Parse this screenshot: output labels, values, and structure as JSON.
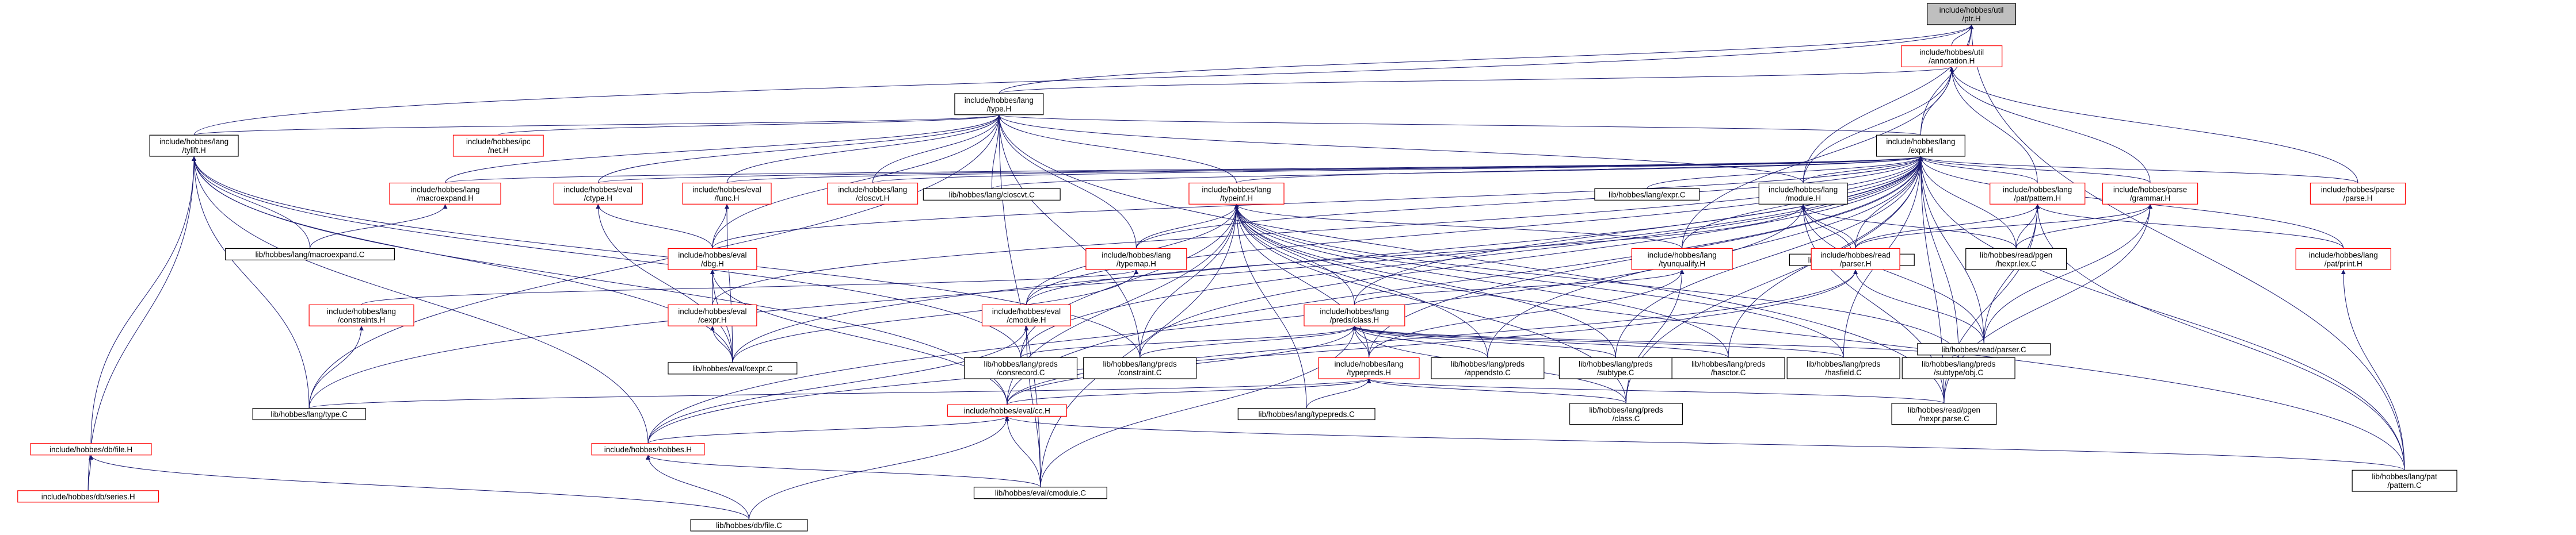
{
  "colors": {
    "edge": "#191970",
    "redBorder": "#ff0000",
    "blackBorder": "#000000",
    "rootFill": "#bfbfbf",
    "text": "#000000"
  },
  "nodes": [
    {
      "id": "n_pc",
      "label": [
        "include/hobbes/util",
        "/ptr.H"
      ],
      "style": "root"
    },
    {
      "id": "n_ann",
      "label": [
        "include/hobbes/util",
        "/annotation.H"
      ],
      "style": "red"
    },
    {
      "id": "n_type",
      "label": [
        "include/hobbes/lang",
        "/type.H"
      ],
      "style": "black"
    },
    {
      "id": "n_expr",
      "label": [
        "include/hobbes/lang",
        "/expr.H"
      ],
      "style": "black"
    },
    {
      "id": "n_tylift",
      "label": [
        "include/hobbes/lang",
        "/tylift.H"
      ],
      "style": "black"
    },
    {
      "id": "n_ipc",
      "label": [
        "include/hobbes/ipc",
        "/net.H"
      ],
      "style": "red"
    },
    {
      "id": "n_macro",
      "label": [
        "include/hobbes/lang",
        "/macroexpand.H"
      ],
      "style": "red"
    },
    {
      "id": "n_ctype",
      "label": [
        "include/hobbes/eval",
        "/ctype.H"
      ],
      "style": "red"
    },
    {
      "id": "n_func",
      "label": [
        "include/hobbes/eval",
        "/func.H"
      ],
      "style": "red"
    },
    {
      "id": "n_closcvt",
      "label": [
        "include/hobbes/lang",
        "/closcvt.H"
      ],
      "style": "red"
    },
    {
      "id": "n_closcvtC",
      "label": [
        "lib/hobbes/lang/closcvt.C"
      ],
      "style": "black"
    },
    {
      "id": "n_typeinf",
      "label": [
        "include/hobbes/lang",
        "/typeinf.H"
      ],
      "style": "red"
    },
    {
      "id": "n_exprC",
      "label": [
        "lib/hobbes/lang/expr.C"
      ],
      "style": "black"
    },
    {
      "id": "n_module",
      "label": [
        "include/hobbes/lang",
        "/module.H"
      ],
      "style": "black"
    },
    {
      "id": "n_pattern",
      "label": [
        "include/hobbes/lang",
        "/pat/pattern.H"
      ],
      "style": "red"
    },
    {
      "id": "n_grammar",
      "label": [
        "include/hobbes/parse",
        "/grammar.H"
      ],
      "style": "red"
    },
    {
      "id": "n_parse",
      "label": [
        "include/hobbes/parse",
        "/parse.H"
      ],
      "style": "red"
    },
    {
      "id": "n_macroC",
      "label": [
        "lib/hobbes/lang/macroexpand.C"
      ],
      "style": "black"
    },
    {
      "id": "n_dbg",
      "label": [
        "include/hobbes/eval",
        "/dbg.H"
      ],
      "style": "red"
    },
    {
      "id": "n_typemap",
      "label": [
        "include/hobbes/lang",
        "/typemap.H"
      ],
      "style": "red"
    },
    {
      "id": "n_tyunq",
      "label": [
        "include/hobbes/lang",
        "/tyunqualify.H"
      ],
      "style": "red"
    },
    {
      "id": "n_moduleC",
      "label": [
        "lib/hobbes/lang/module.C"
      ],
      "style": "black"
    },
    {
      "id": "n_lexC",
      "label": [
        "lib/hobbes/read/pgen",
        "/hexpr.lex.C"
      ],
      "style": "black"
    },
    {
      "id": "n_readparse",
      "label": [
        "include/hobbes/read",
        "/parser.H"
      ],
      "style": "red"
    },
    {
      "id": "n_print",
      "label": [
        "include/hobbes/lang",
        "/pat/print.H"
      ],
      "style": "red"
    },
    {
      "id": "n_constraints",
      "label": [
        "include/hobbes/lang",
        "/constraints.H"
      ],
      "style": "red"
    },
    {
      "id": "n_cexpr",
      "label": [
        "include/hobbes/eval",
        "/cexpr.H"
      ],
      "style": "red"
    },
    {
      "id": "n_cmodule",
      "label": [
        "include/hobbes/eval",
        "/cmodule.H"
      ],
      "style": "red"
    },
    {
      "id": "n_classH",
      "label": [
        "include/hobbes/lang",
        "/preds/class.H"
      ],
      "style": "red"
    },
    {
      "id": "n_parserC",
      "label": [
        "lib/hobbes/read/parser.C"
      ],
      "style": "black"
    },
    {
      "id": "n_cexprC",
      "label": [
        "lib/hobbes/eval/cexpr.C"
      ],
      "style": "black"
    },
    {
      "id": "n_consrecord",
      "label": [
        "lib/hobbes/lang/preds",
        "/consrecord.C"
      ],
      "style": "black"
    },
    {
      "id": "n_constraintC",
      "label": [
        "lib/hobbes/lang/preds",
        "/constraint.C"
      ],
      "style": "black"
    },
    {
      "id": "n_typepreds",
      "label": [
        "include/hobbes/lang",
        "/typepreds.H"
      ],
      "style": "red"
    },
    {
      "id": "n_appendsC",
      "label": [
        "lib/hobbes/lang/preds",
        "/appendsto.C"
      ],
      "style": "black"
    },
    {
      "id": "n_subtypeC",
      "label": [
        "lib/hobbes/lang/preds",
        "/subtype.C"
      ],
      "style": "black"
    },
    {
      "id": "n_hasctorC",
      "label": [
        "lib/hobbes/lang/preds",
        "/hasctor.C"
      ],
      "style": "black"
    },
    {
      "id": "n_hasfieldC",
      "label": [
        "lib/hobbes/lang/preds",
        "/hasfield.C"
      ],
      "style": "black"
    },
    {
      "id": "n_subtypeobjC",
      "label": [
        "lib/hobbes/lang/preds",
        "/subtype/obj.C"
      ],
      "style": "black"
    },
    {
      "id": "n_typeC",
      "label": [
        "lib/hobbes/lang/type.C"
      ],
      "style": "black"
    },
    {
      "id": "n_typepredsC",
      "label": [
        "lib/hobbes/lang/typepreds.C"
      ],
      "style": "black"
    },
    {
      "id": "n_ccH",
      "label": [
        "include/hobbes/eval/cc.H"
      ],
      "style": "red"
    },
    {
      "id": "n_classC",
      "label": [
        "lib/hobbes/lang/preds",
        "/class.C"
      ],
      "style": "black"
    },
    {
      "id": "n_hexprparseC",
      "label": [
        "lib/hobbes/read/pgen",
        "/hexpr.parse.C"
      ],
      "style": "black"
    },
    {
      "id": "n_fileH",
      "label": [
        "include/hobbes/db/file.H"
      ],
      "style": "red"
    },
    {
      "id": "n_hobbesH",
      "label": [
        "include/hobbes/hobbes.H"
      ],
      "style": "red"
    },
    {
      "id": "n_cmoduleC",
      "label": [
        "lib/hobbes/eval/cmodule.C"
      ],
      "style": "black"
    },
    {
      "id": "n_patternC",
      "label": [
        "lib/hobbes/lang/pat",
        "/pattern.C"
      ],
      "style": "black"
    },
    {
      "id": "n_seriesH",
      "label": [
        "include/hobbes/db/series.H"
      ],
      "style": "red"
    },
    {
      "id": "n_fileC",
      "label": [
        "lib/hobbes/db/file.C"
      ],
      "style": "black"
    }
  ],
  "edges": [
    [
      "n_ann",
      "n_pc"
    ],
    [
      "n_type",
      "n_pc"
    ],
    [
      "n_tylift",
      "n_pc"
    ],
    [
      "n_expr",
      "n_pc"
    ],
    [
      "n_module",
      "n_pc"
    ],
    [
      "n_patternC",
      "n_pc"
    ],
    [
      "n_type",
      "n_ann"
    ],
    [
      "n_expr",
      "n_ann"
    ],
    [
      "n_module",
      "n_ann"
    ],
    [
      "n_pattern",
      "n_ann"
    ],
    [
      "n_grammar",
      "n_ann"
    ],
    [
      "n_parse",
      "n_ann"
    ],
    [
      "n_tyunq",
      "n_ann"
    ],
    [
      "n_tylift",
      "n_type"
    ],
    [
      "n_ipc",
      "n_type"
    ],
    [
      "n_macro",
      "n_type"
    ],
    [
      "n_ctype",
      "n_type"
    ],
    [
      "n_func",
      "n_type"
    ],
    [
      "n_closcvt",
      "n_type"
    ],
    [
      "n_closcvtC",
      "n_type"
    ],
    [
      "n_typeinf",
      "n_type"
    ],
    [
      "n_expr",
      "n_type"
    ],
    [
      "n_dbg",
      "n_type"
    ],
    [
      "n_typeC",
      "n_type"
    ],
    [
      "n_cmoduleC",
      "n_type"
    ],
    [
      "n_typemap",
      "n_type"
    ],
    [
      "n_hexprparseC",
      "n_type"
    ],
    [
      "n_module",
      "n_type"
    ],
    [
      "n_constraintC",
      "n_type"
    ],
    [
      "n_macro",
      "n_expr"
    ],
    [
      "n_ctype",
      "n_expr"
    ],
    [
      "n_func",
      "n_expr"
    ],
    [
      "n_closcvt",
      "n_expr"
    ],
    [
      "n_closcvtC",
      "n_expr"
    ],
    [
      "n_typeinf",
      "n_expr"
    ],
    [
      "n_exprC",
      "n_expr"
    ],
    [
      "n_module",
      "n_expr"
    ],
    [
      "n_pattern",
      "n_expr"
    ],
    [
      "n_grammar",
      "n_expr"
    ],
    [
      "n_parse",
      "n_expr"
    ],
    [
      "n_dbg",
      "n_expr"
    ],
    [
      "n_typemap",
      "n_expr"
    ],
    [
      "n_tyunq",
      "n_expr"
    ],
    [
      "n_lexC",
      "n_expr"
    ],
    [
      "n_cexpr",
      "n_expr"
    ],
    [
      "n_cmodule",
      "n_expr"
    ],
    [
      "n_classH",
      "n_expr"
    ],
    [
      "n_parserC",
      "n_expr"
    ],
    [
      "n_cexprC",
      "n_expr"
    ],
    [
      "n_consrecord",
      "n_expr"
    ],
    [
      "n_constraintC",
      "n_expr"
    ],
    [
      "n_typepreds",
      "n_expr"
    ],
    [
      "n_appendsC",
      "n_expr"
    ],
    [
      "n_subtypeC",
      "n_expr"
    ],
    [
      "n_hasctorC",
      "n_expr"
    ],
    [
      "n_hasfieldC",
      "n_expr"
    ],
    [
      "n_subtypeobjC",
      "n_expr"
    ],
    [
      "n_typeC",
      "n_expr"
    ],
    [
      "n_classC",
      "n_expr"
    ],
    [
      "n_ccH",
      "n_expr"
    ],
    [
      "n_print",
      "n_expr"
    ],
    [
      "n_hexprparseC",
      "n_expr"
    ],
    [
      "n_patternC",
      "n_expr"
    ],
    [
      "n_readparse",
      "n_expr"
    ],
    [
      "n_macroC",
      "n_tylift"
    ],
    [
      "n_ccH",
      "n_tylift"
    ],
    [
      "n_typeC",
      "n_tylift"
    ],
    [
      "n_fileH",
      "n_tylift"
    ],
    [
      "n_seriesH",
      "n_tylift"
    ],
    [
      "n_hobbesH",
      "n_tylift"
    ],
    [
      "n_consrecord",
      "n_tylift"
    ],
    [
      "n_cexprC",
      "n_tylift"
    ],
    [
      "n_constraintC",
      "n_tylift"
    ],
    [
      "n_macroC",
      "n_macro"
    ],
    [
      "n_dbg",
      "n_ctype"
    ],
    [
      "n_cexprC",
      "n_ctype"
    ],
    [
      "n_dbg",
      "n_func"
    ],
    [
      "n_cexprC",
      "n_func"
    ],
    [
      "n_typemap",
      "n_typeinf"
    ],
    [
      "n_tyunq",
      "n_typeinf"
    ],
    [
      "n_classH",
      "n_typeinf"
    ],
    [
      "n_typepreds",
      "n_typeinf"
    ],
    [
      "n_consrecord",
      "n_typeinf"
    ],
    [
      "n_constraintC",
      "n_typeinf"
    ],
    [
      "n_cmodule",
      "n_typeinf"
    ],
    [
      "n_appendsC",
      "n_typeinf"
    ],
    [
      "n_subtypeC",
      "n_typeinf"
    ],
    [
      "n_hasctorC",
      "n_typeinf"
    ],
    [
      "n_hasfieldC",
      "n_typeinf"
    ],
    [
      "n_subtypeobjC",
      "n_typeinf"
    ],
    [
      "n_typepredsC",
      "n_typeinf"
    ],
    [
      "n_classC",
      "n_typeinf"
    ],
    [
      "n_ccH",
      "n_typeinf"
    ],
    [
      "n_cmoduleC",
      "n_typeinf"
    ],
    [
      "n_patternC",
      "n_typeinf"
    ],
    [
      "n_readparse",
      "n_module"
    ],
    [
      "n_moduleC",
      "n_module"
    ],
    [
      "n_lexC",
      "n_module"
    ],
    [
      "n_parserC",
      "n_module"
    ],
    [
      "n_hexprparseC",
      "n_module"
    ],
    [
      "n_hobbesH",
      "n_module"
    ],
    [
      "n_cmodule",
      "n_module"
    ],
    [
      "n_print",
      "n_pattern"
    ],
    [
      "n_lexC",
      "n_pattern"
    ],
    [
      "n_parserC",
      "n_pattern"
    ],
    [
      "n_hexprparseC",
      "n_pattern"
    ],
    [
      "n_patternC",
      "n_pattern"
    ],
    [
      "n_readparse",
      "n_pattern"
    ],
    [
      "n_lexC",
      "n_grammar"
    ],
    [
      "n_parserC",
      "n_grammar"
    ],
    [
      "n_hexprparseC",
      "n_grammar"
    ],
    [
      "n_readparse",
      "n_grammar"
    ],
    [
      "n_ccH",
      "n_dbg"
    ],
    [
      "n_cexprC",
      "n_dbg"
    ],
    [
      "n_cexpr",
      "n_dbg"
    ],
    [
      "n_constraints",
      "n_typemap"
    ],
    [
      "n_cexprC",
      "n_typemap"
    ],
    [
      "n_typepreds",
      "n_tyunq"
    ],
    [
      "n_classC",
      "n_tyunq"
    ],
    [
      "n_classH",
      "n_tyunq"
    ],
    [
      "n_parserC",
      "n_readparse"
    ],
    [
      "n_hobbesH",
      "n_readparse"
    ],
    [
      "n_ccH",
      "n_readparse"
    ],
    [
      "n_patternC",
      "n_print"
    ],
    [
      "n_typeC",
      "n_constraints"
    ],
    [
      "n_cexprC",
      "n_cexpr"
    ],
    [
      "n_hobbesH",
      "n_cmodule"
    ],
    [
      "n_cmoduleC",
      "n_cmodule"
    ],
    [
      "n_typepreds",
      "n_classH"
    ],
    [
      "n_consrecord",
      "n_classH"
    ],
    [
      "n_constraintC",
      "n_classH"
    ],
    [
      "n_appendsC",
      "n_classH"
    ],
    [
      "n_subtypeC",
      "n_classH"
    ],
    [
      "n_hasctorC",
      "n_classH"
    ],
    [
      "n_hasfieldC",
      "n_classH"
    ],
    [
      "n_subtypeobjC",
      "n_classH"
    ],
    [
      "n_classC",
      "n_classH"
    ],
    [
      "n_cmoduleC",
      "n_classH"
    ],
    [
      "n_ccH",
      "n_classH"
    ],
    [
      "n_typeC",
      "n_typepreds"
    ],
    [
      "n_typepredsC",
      "n_typepreds"
    ],
    [
      "n_ccH",
      "n_typepreds"
    ],
    [
      "n_classC",
      "n_typepreds"
    ],
    [
      "n_hexprparseC",
      "n_typepreds"
    ],
    [
      "n_hobbesH",
      "n_ccH"
    ],
    [
      "n_cmoduleC",
      "n_ccH"
    ],
    [
      "n_fileC",
      "n_ccH"
    ],
    [
      "n_patternC",
      "n_ccH"
    ],
    [
      "n_seriesH",
      "n_fileH"
    ],
    [
      "n_fileC",
      "n_fileH"
    ],
    [
      "n_fileC",
      "n_hobbesH"
    ],
    [
      "n_cmoduleC",
      "n_hobbesH"
    ]
  ]
}
